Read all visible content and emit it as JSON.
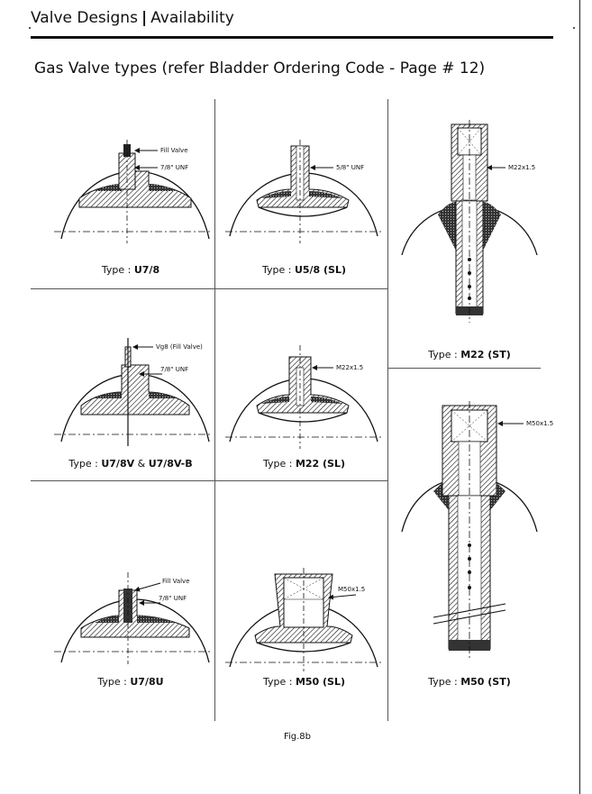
{
  "header": {
    "left": "Valve Designs",
    "separator": "|",
    "right": "Availability"
  },
  "subtitle": "Gas Valve types (refer Bladder Ordering Code - Page # 12)",
  "valves": {
    "u78": {
      "type_prefix": "Type : ",
      "type_code": "U7/8",
      "labels": [
        "Fill Valve",
        "7/8\" UNF"
      ]
    },
    "u58": {
      "type_prefix": "Type : ",
      "type_code": "U5/8 (SL)",
      "labels": [
        "5/8\" UNF"
      ]
    },
    "m22st": {
      "type_prefix": "Type : ",
      "type_code": "M22 (ST)",
      "labels": [
        "M22x1.5"
      ]
    },
    "u78v": {
      "type_prefix": "Type : ",
      "type_code": "U7/8V",
      "type_join": " & ",
      "type_code2": "U7/8V-B",
      "labels": [
        "Vg8 (Fill Valve)",
        "7/8\" UNF"
      ]
    },
    "m22sl": {
      "type_prefix": "Type : ",
      "type_code": "M22 (SL)",
      "labels": [
        "M22x1.5"
      ]
    },
    "m50st": {
      "type_prefix": "Type : ",
      "type_code": "M50  (ST)",
      "labels": [
        "M50x1.5"
      ]
    },
    "u78u": {
      "type_prefix": "Type : ",
      "type_code": "U7/8U",
      "labels": [
        "Fill Valve",
        "7/8\" UNF"
      ]
    },
    "m50sl": {
      "type_prefix": "Type : ",
      "type_code": "M50 (SL)",
      "labels": [
        "M50x1.5"
      ]
    }
  },
  "figure_caption": "Fig.8b"
}
